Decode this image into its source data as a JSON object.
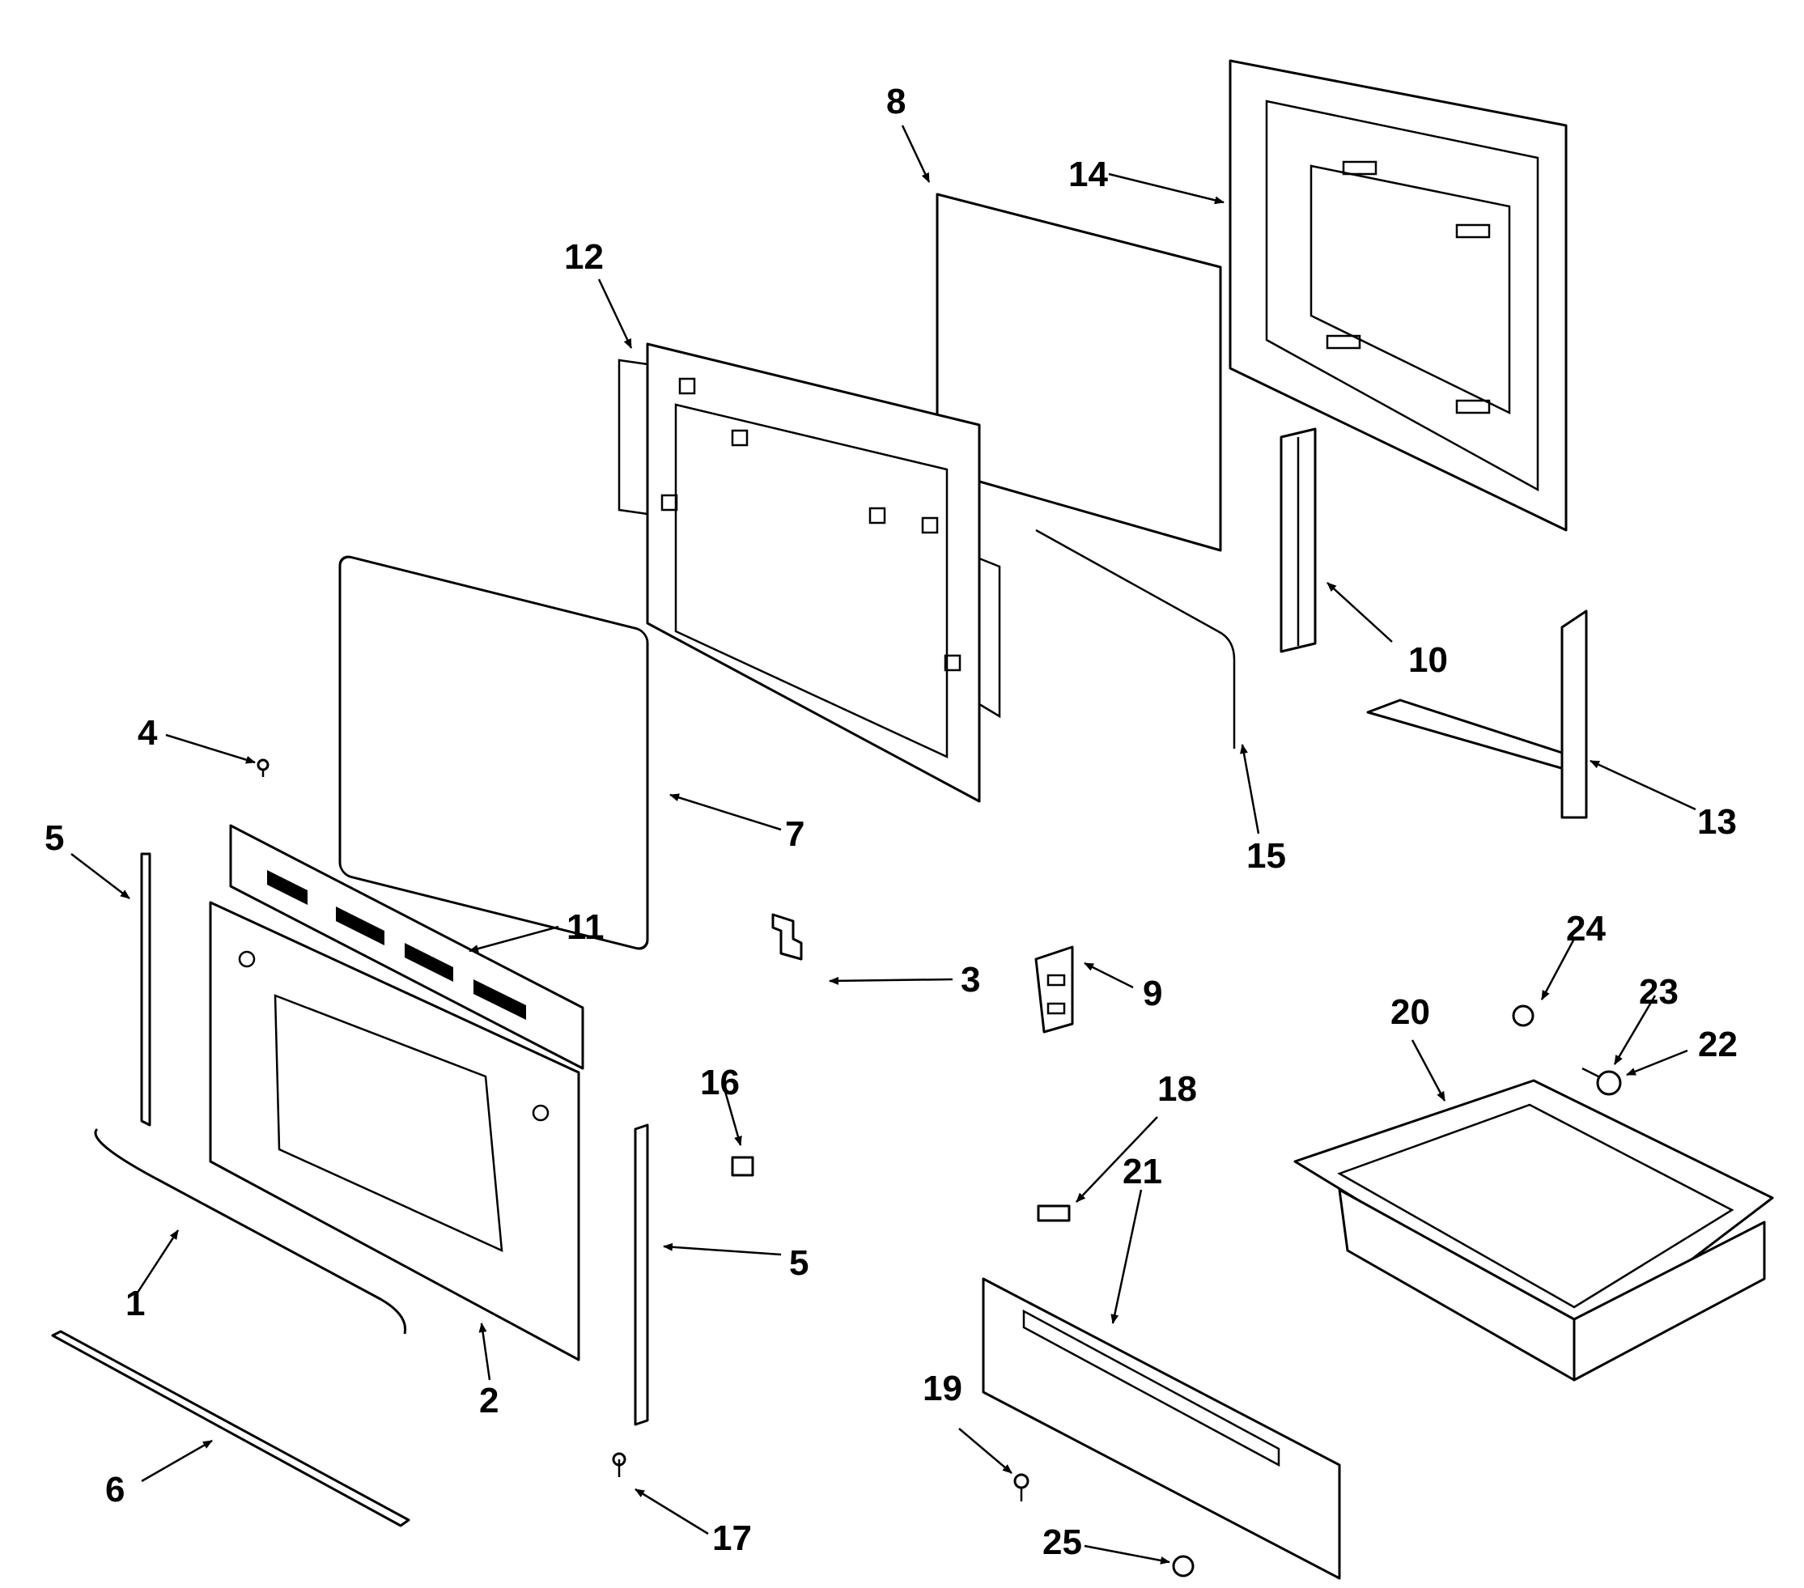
{
  "callouts": {
    "c1": "1",
    "c2": "2",
    "c3": "3",
    "c4": "4",
    "c5a": "5",
    "c5b": "5",
    "c6": "6",
    "c7": "7",
    "c8": "8",
    "c9": "9",
    "c10": "10",
    "c11": "11",
    "c12": "12",
    "c13": "13",
    "c14": "14",
    "c15": "15",
    "c16": "16",
    "c17": "17",
    "c18": "18",
    "c19": "19",
    "c20": "20",
    "c21": "21",
    "c22": "22",
    "c23": "23",
    "c24": "24",
    "c25": "25"
  }
}
